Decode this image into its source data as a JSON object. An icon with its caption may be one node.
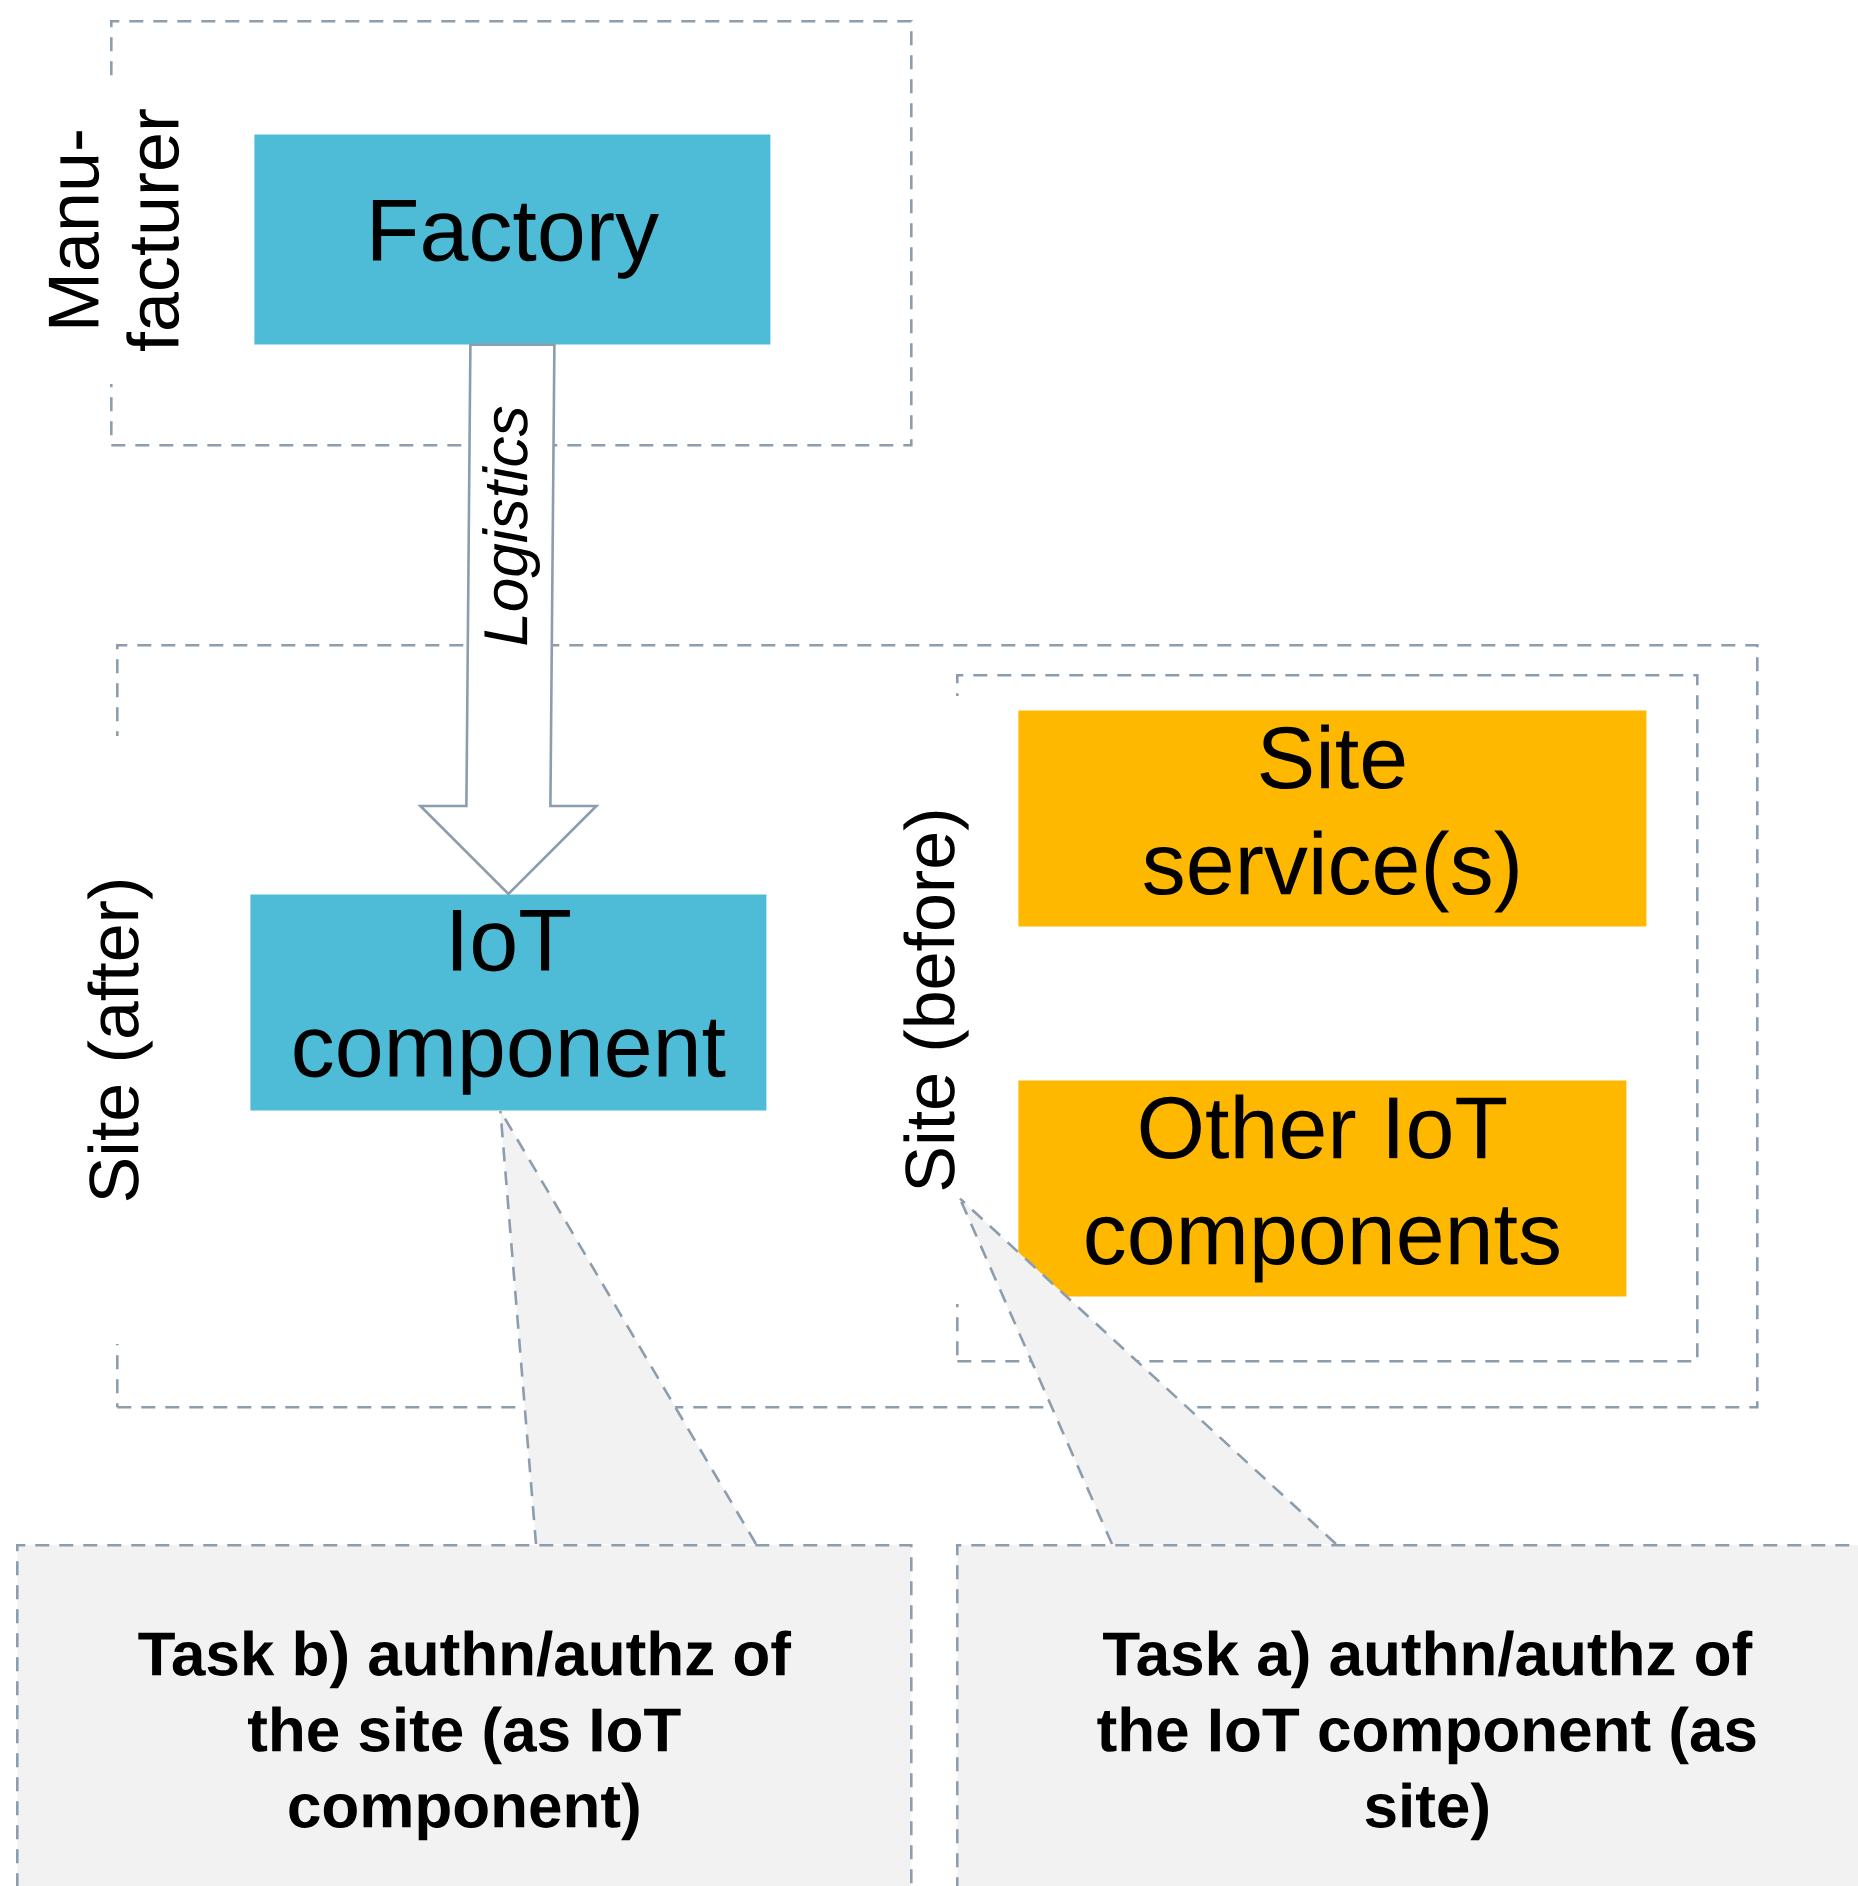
{
  "diagram": {
    "nodes": [
      {
        "text": [
          "Manu- facturer"
        ]
      },
      {
        "text": [
          "Factory"
        ],
        "in": 0
      },
      {
        "text": [
          "Site (after)"
        ]
      },
      {
        "text": [
          "IoT component"
        ],
        "in": 2
      },
      {
        "text": [
          "Site (before)"
        ],
        "in": 2
      },
      {
        "text": [
          "Site service(s)"
        ],
        "in": 4
      },
      {
        "text": [
          "Other IoT components"
        ],
        "in": 4
      },
      {
        "text": [
          "Task b) authn/authz of the site (as IoT component)"
        ]
      },
      {
        "text": [
          "Task a) authn/authz of the IoT component (as site)"
        ]
      }
    ],
    "edges": [
      {
        "from": 1,
        "to": 3,
        "arrow": "to",
        "label": "Logistics"
      },
      {
        "from": 7,
        "to": 3,
        "arrow": "none",
        "style": "dashed"
      },
      {
        "from": 8,
        "to": 4,
        "arrow": "none",
        "style": "dashed"
      }
    ]
  }
}
